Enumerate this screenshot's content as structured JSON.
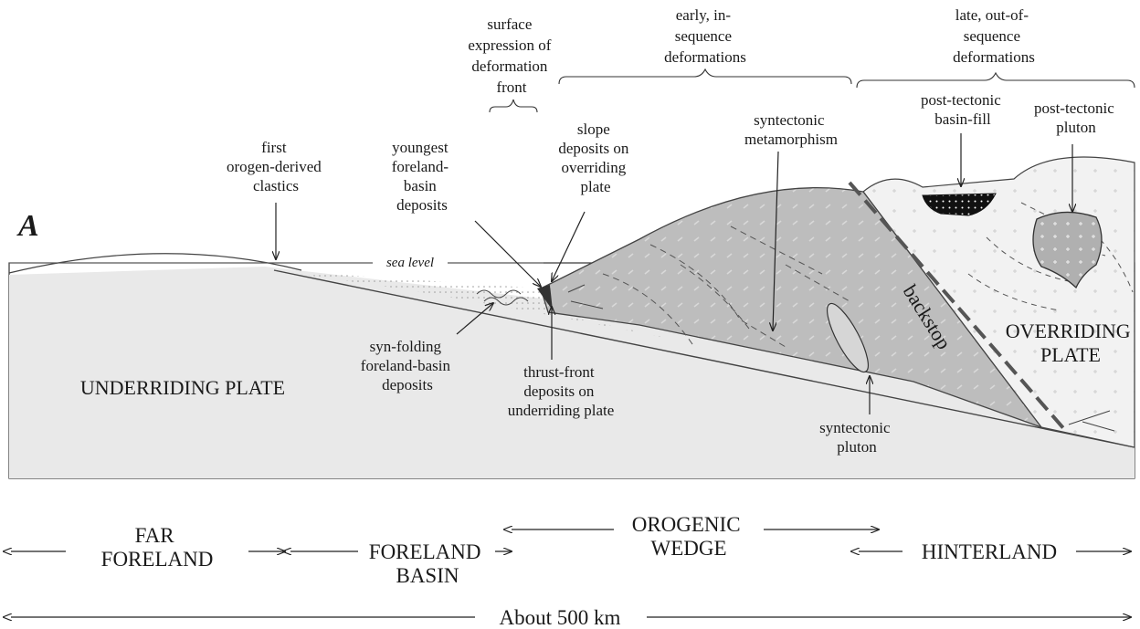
{
  "figure": {
    "panel_letter": "A",
    "sea_level": "sea level",
    "backstop": "backstop",
    "annotations": {
      "surface_expression": [
        "surface",
        "expression of",
        "deformation",
        "front"
      ],
      "early_deformations": [
        "early, in-",
        "sequence",
        "deformations"
      ],
      "late_deformations": [
        "late, out-of-",
        "sequence",
        "deformations"
      ],
      "first_clastics": [
        "first",
        "orogen-derived",
        "clastics"
      ],
      "youngest_foreland": [
        "youngest",
        "foreland-",
        "basin",
        "deposits"
      ],
      "slope_deposits": [
        "slope",
        "deposits on",
        "overriding",
        "plate"
      ],
      "syntectonic_metamorphism": [
        "syntectonic",
        "metamorphism"
      ],
      "post_tectonic_basin": [
        "post-tectonic",
        "basin-fill"
      ],
      "post_tectonic_pluton": [
        "post-tectonic",
        "pluton"
      ],
      "syn_folding": [
        "syn-folding",
        "foreland-basin",
        "deposits"
      ],
      "thrust_front": [
        "thrust-front",
        "deposits on",
        "underriding plate"
      ],
      "syntectonic_pluton": [
        "syntectonic",
        "pluton"
      ]
    },
    "plates": {
      "underriding": "UNDERRIDING PLATE",
      "overriding": [
        "OVERRIDING",
        "PLATE"
      ]
    },
    "zones": {
      "far_foreland": [
        "FAR",
        "FORELAND"
      ],
      "foreland_basin": [
        "FORELAND",
        "BASIN"
      ],
      "orogenic_wedge": [
        "OROGENIC",
        "WEDGE"
      ],
      "hinterland": "HINTERLAND"
    },
    "scale": "About 500 km"
  },
  "colors": {
    "underriding_fill": "#e9e9e9",
    "wedge_fill": "#bdbdbd",
    "hinterland_fill": "#f2f2f2",
    "basin_fill": "#111111",
    "backstop_line": "#555555"
  }
}
